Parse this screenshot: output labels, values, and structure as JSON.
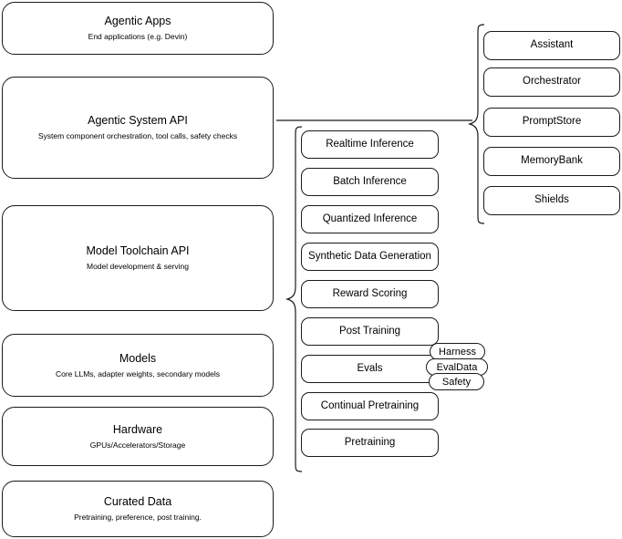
{
  "diagram": {
    "title": "AI Stack Architecture Diagram",
    "colors": {
      "stroke": "#1a1a1a",
      "background": "#ffffff",
      "text": "#000000"
    }
  },
  "stack_layers": [
    {
      "name": "agentic-apps",
      "title": "Agentic Apps",
      "subtitle": "End applications (e.g. Devin)"
    },
    {
      "name": "agentic-system-api",
      "title": "Agentic System API",
      "subtitle": "System component orchestration, tool calls, safety checks"
    },
    {
      "name": "model-toolchain-api",
      "title": "Model Toolchain API",
      "subtitle": "Model development & serving"
    },
    {
      "name": "models",
      "title": "Models",
      "subtitle": "Core LLMs, adapter weights, secondary models"
    },
    {
      "name": "hardware",
      "title": "Hardware",
      "subtitle": "GPUs/Accelerators/Storage"
    },
    {
      "name": "curated-data",
      "title": "Curated Data",
      "subtitle": "Pretraining, preference, post training."
    }
  ],
  "toolchain_components": [
    {
      "name": "realtime-inference",
      "title": "Realtime Inference"
    },
    {
      "name": "batch-inference",
      "title": "Batch Inference"
    },
    {
      "name": "quantized-inference",
      "title": "Quantized Inference"
    },
    {
      "name": "synthetic-data-generation",
      "title": "Synthetic Data Generation"
    },
    {
      "name": "reward-scoring",
      "title": "Reward Scoring"
    },
    {
      "name": "post-training",
      "title": "Post Training"
    },
    {
      "name": "evals",
      "title": "Evals"
    },
    {
      "name": "continual-pretraining",
      "title": "Continual Pretraining"
    },
    {
      "name": "pretraining",
      "title": "Pretraining"
    }
  ],
  "system_components": [
    {
      "name": "assistant",
      "title": "Assistant"
    },
    {
      "name": "orchestrator",
      "title": "Orchestrator"
    },
    {
      "name": "promptstore",
      "title": "PromptStore"
    },
    {
      "name": "memorybank",
      "title": "MemoryBank"
    },
    {
      "name": "shields",
      "title": "Shields"
    }
  ],
  "eval_pills": [
    {
      "name": "harness",
      "title": "Harness"
    },
    {
      "name": "evaldata",
      "title": "EvalData"
    },
    {
      "name": "safety",
      "title": "Safety"
    }
  ]
}
